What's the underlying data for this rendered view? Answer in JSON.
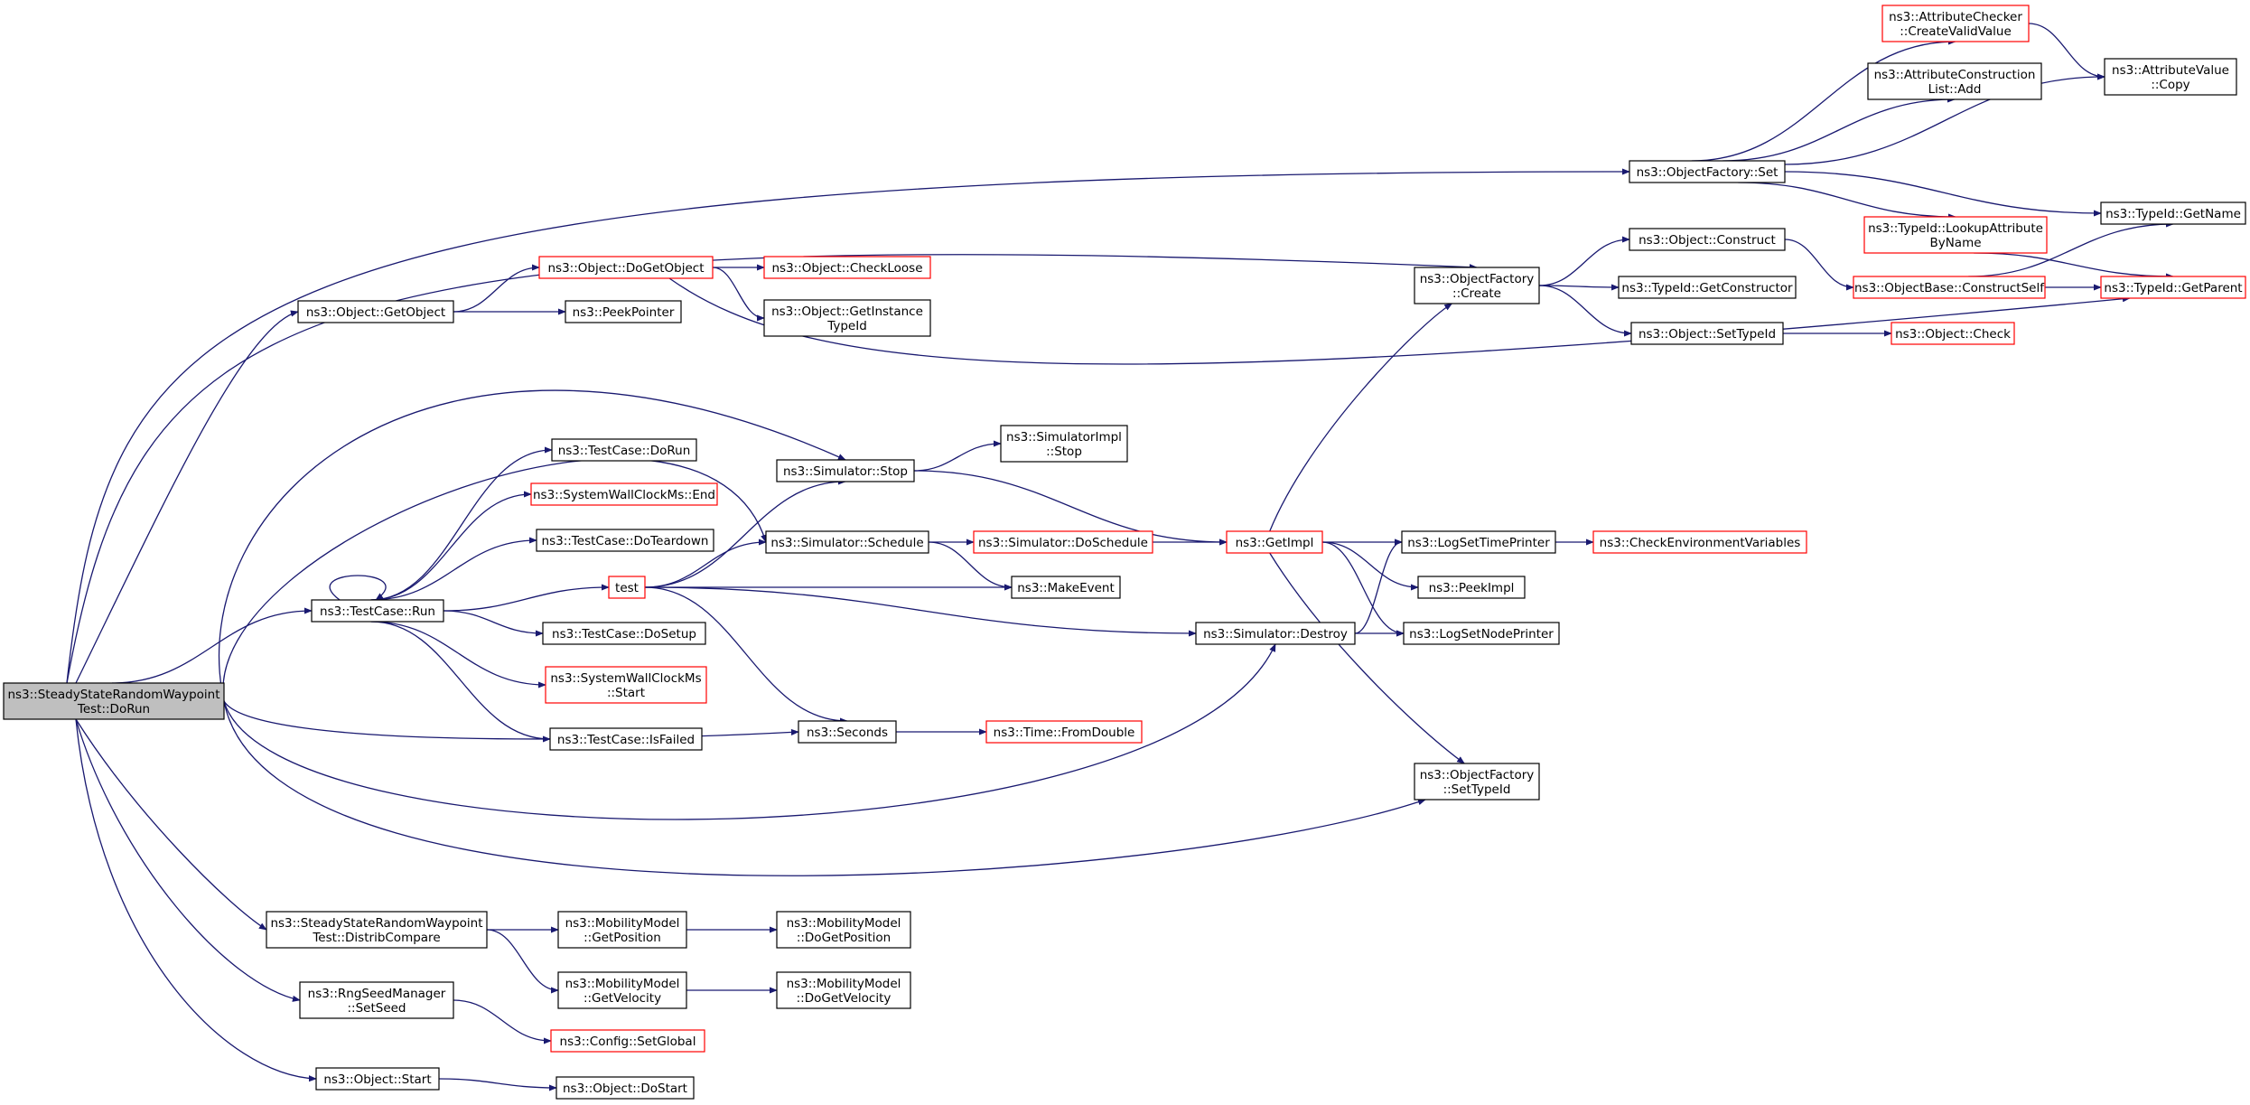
{
  "colors": {
    "edge": "#191970",
    "node_border": "#000000",
    "node_border_red": "#ff0000",
    "root_fill": "#bfbfbf",
    "node_fill": "#ffffff"
  },
  "nodes": [
    {
      "id": "root",
      "lines": [
        "ns3::SteadyStateRandomWaypoint",
        "Test::DoRun"
      ],
      "style": "root"
    },
    {
      "id": "getobject",
      "lines": [
        "ns3::Object::GetObject"
      ],
      "style": "normal"
    },
    {
      "id": "dogetobject",
      "lines": [
        "ns3::Object::DoGetObject"
      ],
      "style": "red"
    },
    {
      "id": "checkloose",
      "lines": [
        "ns3::Object::CheckLoose"
      ],
      "style": "red"
    },
    {
      "id": "getinstancetypeid",
      "lines": [
        "ns3::Object::GetInstance",
        "TypeId"
      ],
      "style": "normal"
    },
    {
      "id": "peekpointer",
      "lines": [
        "ns3::PeekPointer"
      ],
      "style": "normal"
    },
    {
      "id": "testcaserun",
      "lines": [
        "ns3::TestCase::Run"
      ],
      "style": "normal"
    },
    {
      "id": "testcasedorun",
      "lines": [
        "ns3::TestCase::DoRun"
      ],
      "style": "normal"
    },
    {
      "id": "syswallend",
      "lines": [
        "ns3::SystemWallClockMs::End"
      ],
      "style": "red"
    },
    {
      "id": "doteardown",
      "lines": [
        "ns3::TestCase::DoTeardown"
      ],
      "style": "normal"
    },
    {
      "id": "test",
      "lines": [
        "test"
      ],
      "style": "red"
    },
    {
      "id": "dosetup",
      "lines": [
        "ns3::TestCase::DoSetup"
      ],
      "style": "normal"
    },
    {
      "id": "syswallstart",
      "lines": [
        "ns3::SystemWallClockMs",
        "::Start"
      ],
      "style": "red"
    },
    {
      "id": "isfailed",
      "lines": [
        "ns3::TestCase::IsFailed"
      ],
      "style": "normal"
    },
    {
      "id": "simstop",
      "lines": [
        "ns3::Simulator::Stop"
      ],
      "style": "normal"
    },
    {
      "id": "simschedule",
      "lines": [
        "ns3::Simulator::Schedule"
      ],
      "style": "normal"
    },
    {
      "id": "makeevent",
      "lines": [
        "ns3::MakeEvent"
      ],
      "style": "normal"
    },
    {
      "id": "seconds",
      "lines": [
        "ns3::Seconds"
      ],
      "style": "normal"
    },
    {
      "id": "fromdouble",
      "lines": [
        "ns3::Time::FromDouble"
      ],
      "style": "red"
    },
    {
      "id": "simimplstop",
      "lines": [
        "ns3::SimulatorImpl",
        "::Stop"
      ],
      "style": "normal"
    },
    {
      "id": "doschedule",
      "lines": [
        "ns3::Simulator::DoSchedule"
      ],
      "style": "red"
    },
    {
      "id": "getimpl",
      "lines": [
        "ns3::GetImpl"
      ],
      "style": "red"
    },
    {
      "id": "simdestroy",
      "lines": [
        "ns3::Simulator::Destroy"
      ],
      "style": "normal"
    },
    {
      "id": "logsettimeprinter",
      "lines": [
        "ns3::LogSetTimePrinter"
      ],
      "style": "normal"
    },
    {
      "id": "checkenv",
      "lines": [
        "ns3::CheckEnvironmentVariables"
      ],
      "style": "red"
    },
    {
      "id": "peekimpl",
      "lines": [
        "ns3::PeekImpl"
      ],
      "style": "normal"
    },
    {
      "id": "logsetnodeprinter",
      "lines": [
        "ns3::LogSetNodePrinter"
      ],
      "style": "normal"
    },
    {
      "id": "ofsettypeid",
      "lines": [
        "ns3::ObjectFactory",
        "::SetTypeId"
      ],
      "style": "normal"
    },
    {
      "id": "ofcreate",
      "lines": [
        "ns3::ObjectFactory",
        "::Create"
      ],
      "style": "normal"
    },
    {
      "id": "objconstruct",
      "lines": [
        "ns3::Object::Construct"
      ],
      "style": "normal"
    },
    {
      "id": "getconstructor",
      "lines": [
        "ns3::TypeId::GetConstructor"
      ],
      "style": "normal"
    },
    {
      "id": "objsettypeid",
      "lines": [
        "ns3::Object::SetTypeId"
      ],
      "style": "normal"
    },
    {
      "id": "objcheck",
      "lines": [
        "ns3::Object::Check"
      ],
      "style": "red"
    },
    {
      "id": "ofset",
      "lines": [
        "ns3::ObjectFactory::Set"
      ],
      "style": "normal"
    },
    {
      "id": "attrcheckcreate",
      "lines": [
        "ns3::AttributeChecker",
        "::CreateValidValue"
      ],
      "style": "red"
    },
    {
      "id": "attrlistadd",
      "lines": [
        "ns3::AttributeConstruction",
        "List::Add"
      ],
      "style": "normal"
    },
    {
      "id": "attrvaluecopy",
      "lines": [
        "ns3::AttributeValue",
        "::Copy"
      ],
      "style": "normal"
    },
    {
      "id": "lookupattr",
      "lines": [
        "ns3::TypeId::LookupAttribute",
        "ByName"
      ],
      "style": "red"
    },
    {
      "id": "constructself",
      "lines": [
        "ns3::ObjectBase::ConstructSelf"
      ],
      "style": "red"
    },
    {
      "id": "typeidgetname",
      "lines": [
        "ns3::TypeId::GetName"
      ],
      "style": "normal"
    },
    {
      "id": "typeidgetparent",
      "lines": [
        "ns3::TypeId::GetParent"
      ],
      "style": "red"
    },
    {
      "id": "distribcompare",
      "lines": [
        "ns3::SteadyStateRandomWaypoint",
        "Test::DistribCompare"
      ],
      "style": "normal"
    },
    {
      "id": "mmgetposition",
      "lines": [
        "ns3::MobilityModel",
        "::GetPosition"
      ],
      "style": "normal"
    },
    {
      "id": "mmdogetposition",
      "lines": [
        "ns3::MobilityModel",
        "::DoGetPosition"
      ],
      "style": "normal"
    },
    {
      "id": "mmgetvelocity",
      "lines": [
        "ns3::MobilityModel",
        "::GetVelocity"
      ],
      "style": "normal"
    },
    {
      "id": "mmdogetvelocity",
      "lines": [
        "ns3::MobilityModel",
        "::DoGetVelocity"
      ],
      "style": "normal"
    },
    {
      "id": "rngsetseed",
      "lines": [
        "ns3::RngSeedManager",
        "::SetSeed"
      ],
      "style": "normal"
    },
    {
      "id": "configsetglobal",
      "lines": [
        "ns3::Config::SetGlobal"
      ],
      "style": "red"
    },
    {
      "id": "objstart",
      "lines": [
        "ns3::Object::Start"
      ],
      "style": "normal"
    },
    {
      "id": "objdostart",
      "lines": [
        "ns3::Object::DoStart"
      ],
      "style": "normal"
    }
  ],
  "edges": [
    [
      "root",
      "getobject"
    ],
    [
      "root",
      "testcaserun"
    ],
    [
      "root",
      "simstop"
    ],
    [
      "root",
      "simschedule"
    ],
    [
      "root",
      "seconds"
    ],
    [
      "root",
      "simdestroy"
    ],
    [
      "root",
      "ofsettypeid"
    ],
    [
      "root",
      "ofcreate"
    ],
    [
      "root",
      "ofset"
    ],
    [
      "root",
      "distribcompare"
    ],
    [
      "root",
      "rngsetseed"
    ],
    [
      "root",
      "objstart"
    ],
    [
      "getobject",
      "dogetobject"
    ],
    [
      "getobject",
      "peekpointer"
    ],
    [
      "dogetobject",
      "checkloose"
    ],
    [
      "dogetobject",
      "getinstancetypeid"
    ],
    [
      "dogetobject",
      "typeidgetparent"
    ],
    [
      "testcaserun",
      "testcaserun"
    ],
    [
      "testcaserun",
      "testcasedorun"
    ],
    [
      "testcaserun",
      "syswallend"
    ],
    [
      "testcaserun",
      "doteardown"
    ],
    [
      "testcaserun",
      "test"
    ],
    [
      "testcaserun",
      "dosetup"
    ],
    [
      "testcaserun",
      "syswallstart"
    ],
    [
      "testcaserun",
      "isfailed"
    ],
    [
      "test",
      "simstop"
    ],
    [
      "test",
      "simschedule"
    ],
    [
      "test",
      "makeevent"
    ],
    [
      "test",
      "seconds"
    ],
    [
      "test",
      "simdestroy"
    ],
    [
      "simstop",
      "simimplstop"
    ],
    [
      "simstop",
      "getimpl"
    ],
    [
      "simschedule",
      "doschedule"
    ],
    [
      "simschedule",
      "makeevent"
    ],
    [
      "doschedule",
      "getimpl"
    ],
    [
      "seconds",
      "fromdouble"
    ],
    [
      "getimpl",
      "ofcreate"
    ],
    [
      "getimpl",
      "logsettimeprinter"
    ],
    [
      "getimpl",
      "peekimpl"
    ],
    [
      "getimpl",
      "logsetnodeprinter"
    ],
    [
      "getimpl",
      "ofsettypeid"
    ],
    [
      "simdestroy",
      "logsettimeprinter"
    ],
    [
      "simdestroy",
      "logsetnodeprinter"
    ],
    [
      "logsettimeprinter",
      "checkenv"
    ],
    [
      "ofcreate",
      "objconstruct"
    ],
    [
      "ofcreate",
      "getconstructor"
    ],
    [
      "ofcreate",
      "objsettypeid"
    ],
    [
      "objconstruct",
      "constructself"
    ],
    [
      "objsettypeid",
      "objcheck"
    ],
    [
      "constructself",
      "typeidgetname"
    ],
    [
      "constructself",
      "typeidgetparent"
    ],
    [
      "ofset",
      "attrcheckcreate"
    ],
    [
      "ofset",
      "attrlistadd"
    ],
    [
      "ofset",
      "attrvaluecopy"
    ],
    [
      "ofset",
      "lookupattr"
    ],
    [
      "ofset",
      "typeidgetname"
    ],
    [
      "attrcheckcreate",
      "attrvaluecopy"
    ],
    [
      "lookupattr",
      "typeidgetparent"
    ],
    [
      "distribcompare",
      "mmgetposition"
    ],
    [
      "distribcompare",
      "mmgetvelocity"
    ],
    [
      "mmgetposition",
      "mmdogetposition"
    ],
    [
      "mmgetvelocity",
      "mmdogetvelocity"
    ],
    [
      "rngsetseed",
      "configsetglobal"
    ],
    [
      "objstart",
      "objdostart"
    ]
  ]
}
